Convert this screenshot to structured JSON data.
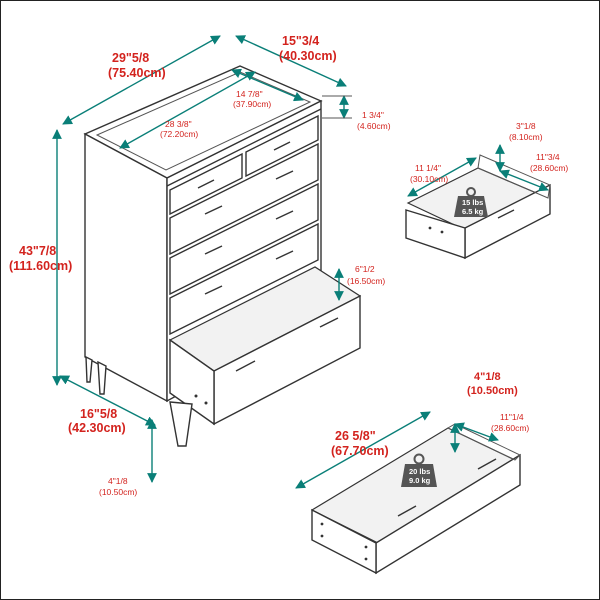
{
  "labels": {
    "width_in": "29\"5/8",
    "width_cm": "(75.40cm)",
    "depth_in": "15\"3/4",
    "depth_cm": "(40.30cm)",
    "inner_depth_in": "14 7/8\"",
    "inner_depth_cm": "(37.90cm)",
    "inner_width_in": "28 3/8\"",
    "inner_width_cm": "(72.20cm)",
    "top_thick_in": "1 3/4\"",
    "top_thick_cm": "(4.60cm)",
    "height_in": "43\"7/8",
    "height_cm": "(111.60cm)",
    "base_depth_in": "16\"5/8",
    "base_depth_cm": "(42.30cm)",
    "leg_in": "4\"1/8",
    "leg_cm": "(10.50cm)",
    "drawer_h_in": "6\"1/2",
    "drawer_h_cm": "(16.50cm)",
    "small_h_in": "3\"1/8",
    "small_h_cm": "(8.10cm)",
    "small_w_in": "11 1/4\"",
    "small_w_cm": "(30.10cm)",
    "small_d_in": "11\"3/4",
    "small_d_cm": "(28.60cm)",
    "small_weight_lbs": "15 lbs",
    "small_weight_kg": "6.5 kg",
    "large_w_in": "26 5/8\"",
    "large_w_cm": "(67.70cm)",
    "large_h_in": "4\"1/8",
    "large_h_cm": "(10.50cm)",
    "large_d_in": "11\"1/4",
    "large_d_cm": "(28.60cm)",
    "large_weight_lbs": "20 lbs",
    "large_weight_kg": "9.0 kg"
  },
  "colors": {
    "dimension_line": "#0a7f78",
    "label_text": "#d3231e",
    "weight_icon": "#555555"
  },
  "icons": [
    "weight-icon"
  ]
}
